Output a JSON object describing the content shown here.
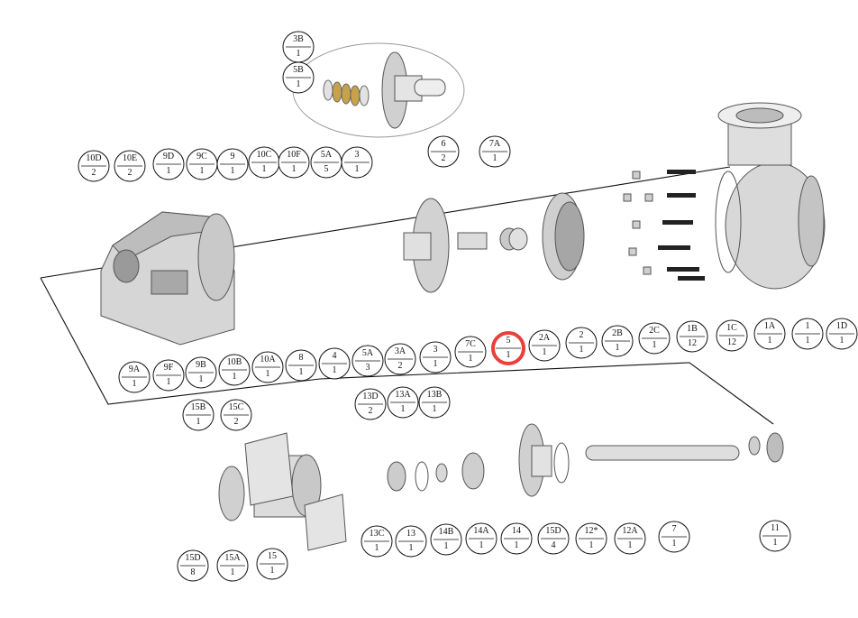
{
  "highlight": {
    "code": "5",
    "color": "#e8403a"
  },
  "colors": {
    "line": "#111111",
    "part_fill": "#d9d9d9",
    "part_dark": "#8c8c8c",
    "accent_spring": "#c8a24a"
  },
  "callouts": [
    {
      "id": "3B",
      "code": "3B",
      "qty": "1"
    },
    {
      "id": "5B",
      "code": "5B",
      "qty": "1"
    },
    {
      "id": "5A",
      "code": "5A",
      "qty": "5"
    },
    {
      "id": "3",
      "code": "3",
      "qty": "1"
    },
    {
      "id": "6",
      "code": "6",
      "qty": "2"
    },
    {
      "id": "7A",
      "code": "7A",
      "qty": "1"
    },
    {
      "id": "10D",
      "code": "10D",
      "qty": "2"
    },
    {
      "id": "10E",
      "code": "10E",
      "qty": "2"
    },
    {
      "id": "9D",
      "code": "9D",
      "qty": "1"
    },
    {
      "id": "9C",
      "code": "9C",
      "qty": "1"
    },
    {
      "id": "9",
      "code": "9",
      "qty": "1"
    },
    {
      "id": "10C",
      "code": "10C",
      "qty": "1"
    },
    {
      "id": "10F",
      "code": "10F",
      "qty": "1"
    },
    {
      "id": "9A",
      "code": "9A",
      "qty": "1"
    },
    {
      "id": "9F",
      "code": "9F",
      "qty": "1"
    },
    {
      "id": "9B",
      "code": "9B",
      "qty": "1"
    },
    {
      "id": "10B",
      "code": "10B",
      "qty": "1"
    },
    {
      "id": "10A",
      "code": "10A",
      "qty": "1"
    },
    {
      "id": "8",
      "code": "8",
      "qty": "1"
    },
    {
      "id": "4",
      "code": "4",
      "qty": "1"
    },
    {
      "id": "5A2",
      "code": "5A",
      "qty": "3"
    },
    {
      "id": "3A",
      "code": "3A",
      "qty": "2"
    },
    {
      "id": "3b",
      "code": "3",
      "qty": "1"
    },
    {
      "id": "7C",
      "code": "7C",
      "qty": "1"
    },
    {
      "id": "5",
      "code": "5",
      "qty": "1"
    },
    {
      "id": "2A",
      "code": "2A",
      "qty": "1"
    },
    {
      "id": "2",
      "code": "2",
      "qty": "1"
    },
    {
      "id": "2B",
      "code": "2B",
      "qty": "1"
    },
    {
      "id": "2C",
      "code": "2C",
      "qty": "1"
    },
    {
      "id": "1B",
      "code": "1B",
      "qty": "12"
    },
    {
      "id": "1C",
      "code": "1C",
      "qty": "12"
    },
    {
      "id": "1A",
      "code": "1A",
      "qty": "1"
    },
    {
      "id": "1",
      "code": "1",
      "qty": "1"
    },
    {
      "id": "1D",
      "code": "1D",
      "qty": "1"
    },
    {
      "id": "15B",
      "code": "15B",
      "qty": "1"
    },
    {
      "id": "15C",
      "code": "15C",
      "qty": "2"
    },
    {
      "id": "13D",
      "code": "13D",
      "qty": "2"
    },
    {
      "id": "13A",
      "code": "13A",
      "qty": "1"
    },
    {
      "id": "13B",
      "code": "13B",
      "qty": "1"
    },
    {
      "id": "15D",
      "code": "15D",
      "qty": "8"
    },
    {
      "id": "15A",
      "code": "15A",
      "qty": "1"
    },
    {
      "id": "15",
      "code": "15",
      "qty": "1"
    },
    {
      "id": "13C",
      "code": "13C",
      "qty": "1"
    },
    {
      "id": "13",
      "code": "13",
      "qty": "1"
    },
    {
      "id": "14B",
      "code": "14B",
      "qty": "1"
    },
    {
      "id": "14A",
      "code": "14A",
      "qty": "1"
    },
    {
      "id": "14",
      "code": "14",
      "qty": "1"
    },
    {
      "id": "15D2",
      "code": "15D",
      "qty": "4"
    },
    {
      "id": "12s",
      "code": "12*",
      "qty": "1"
    },
    {
      "id": "12A",
      "code": "12A",
      "qty": "1"
    },
    {
      "id": "7",
      "code": "7",
      "qty": "1"
    },
    {
      "id": "11",
      "code": "11",
      "qty": "1"
    }
  ]
}
